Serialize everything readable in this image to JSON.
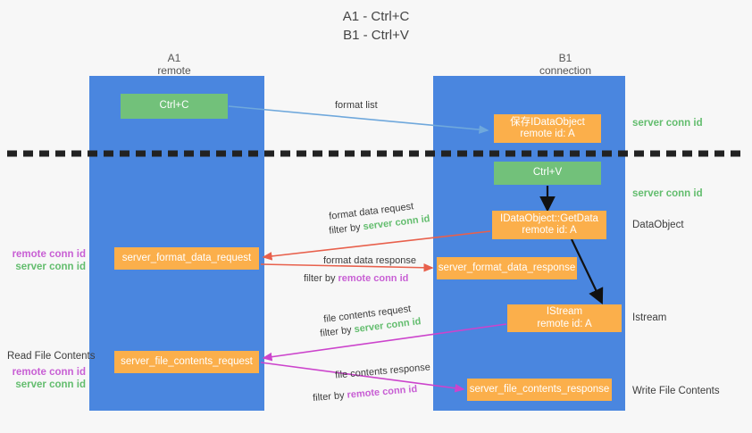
{
  "title": {
    "line1": "A1 - Ctrl+C",
    "line2": "B1 - Ctrl+V"
  },
  "columns": {
    "a1": {
      "name": "A1",
      "role": "remote"
    },
    "b1": {
      "name": "B1",
      "role": "connection"
    }
  },
  "boxes": {
    "ctrl_c": {
      "label": "Ctrl+C"
    },
    "save_idataobject": {
      "line1": "保存IDataObject",
      "line2": "remote id: A"
    },
    "ctrl_v": {
      "label": "Ctrl+V"
    },
    "getdata": {
      "line1": "IDataObject::GetData",
      "line2": "remote id: A"
    },
    "server_format_data_request": {
      "label": "server_format_data_request"
    },
    "server_format_data_response": {
      "label": "server_format_data_response"
    },
    "istream": {
      "line1": "IStream",
      "line2": "remote id: A"
    },
    "server_file_contents_request": {
      "label": "server_file_contents_request"
    },
    "server_file_contents_response": {
      "label": "server_file_contents_response"
    }
  },
  "edges": {
    "format_list": "format list",
    "format_data_request": "format data request",
    "format_data_request_filter_prefix": "filter by ",
    "format_data_request_filter_key": "server conn id",
    "format_data_response": "format data response",
    "format_data_response_filter_prefix": "filter by ",
    "format_data_response_filter_key": "remote conn id",
    "file_contents_request": "file contents request",
    "file_contents_request_filter_prefix": "filter by ",
    "file_contents_request_filter_key": "server conn id",
    "file_contents_response": "file contents response",
    "file_contents_response_filter_prefix": "filter by ",
    "file_contents_response_filter_key": "remote conn id"
  },
  "side_labels": {
    "server_conn_id_top": "server conn id",
    "server_conn_id_mid": "server conn id",
    "dataobject": "DataObject",
    "istream": "Istream",
    "write_file_contents": "Write File Contents",
    "read_file_contents": "Read File Contents",
    "remote_conn_id_a": "remote conn id",
    "server_conn_id_a": "server conn id",
    "remote_conn_id_b": "remote conn id",
    "server_conn_id_b": "server conn id"
  },
  "colors": {
    "lane": "#4a86df",
    "green_box": "#72c17a",
    "orange_box": "#fbaf4b",
    "green_text": "#63bd6e",
    "pink_text": "#c85fd4",
    "arrow_blue": "#6fa8dc",
    "arrow_red": "#e8604c",
    "arrow_pink": "#cc44cc",
    "arrow_black": "#000000",
    "background": "#f7f7f7"
  }
}
